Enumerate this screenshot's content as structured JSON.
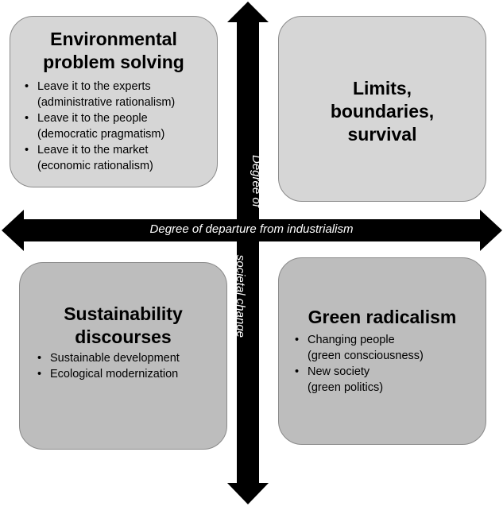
{
  "quadrants": {
    "top_left": {
      "title_line1": "Environmental",
      "title_line2": "problem solving",
      "items": [
        {
          "main": "Leave it to the experts",
          "sub": "(administrative rationalism)"
        },
        {
          "main": "Leave it to the people",
          "sub": "(democratic pragmatism)"
        },
        {
          "main": "Leave it to the market",
          "sub": "(economic rationalism)"
        }
      ]
    },
    "top_right": {
      "title_line1": "Limits,",
      "title_line2": "boundaries,",
      "title_line3": "survival"
    },
    "bottom_left": {
      "title_line1": "Sustainability",
      "title_line2": "discourses",
      "items": [
        {
          "main": "Sustainable development"
        },
        {
          "main": "Ecological modernization"
        }
      ]
    },
    "bottom_right": {
      "title_line1": "Green radicalism",
      "items": [
        {
          "main": "Changing people",
          "sub": "(green consciousness)"
        },
        {
          "main": "New society",
          "sub": "(green politics)"
        }
      ]
    }
  },
  "axes": {
    "horizontal_label": "Degree of departure from industrialism",
    "vertical_label_line1": "Degree of",
    "vertical_label_line2": "societal change",
    "color": "#000000"
  },
  "colors": {
    "box_top": "#d6d6d6",
    "box_bottom": "#bdbdbd",
    "box_border": "#8a8a8a"
  }
}
